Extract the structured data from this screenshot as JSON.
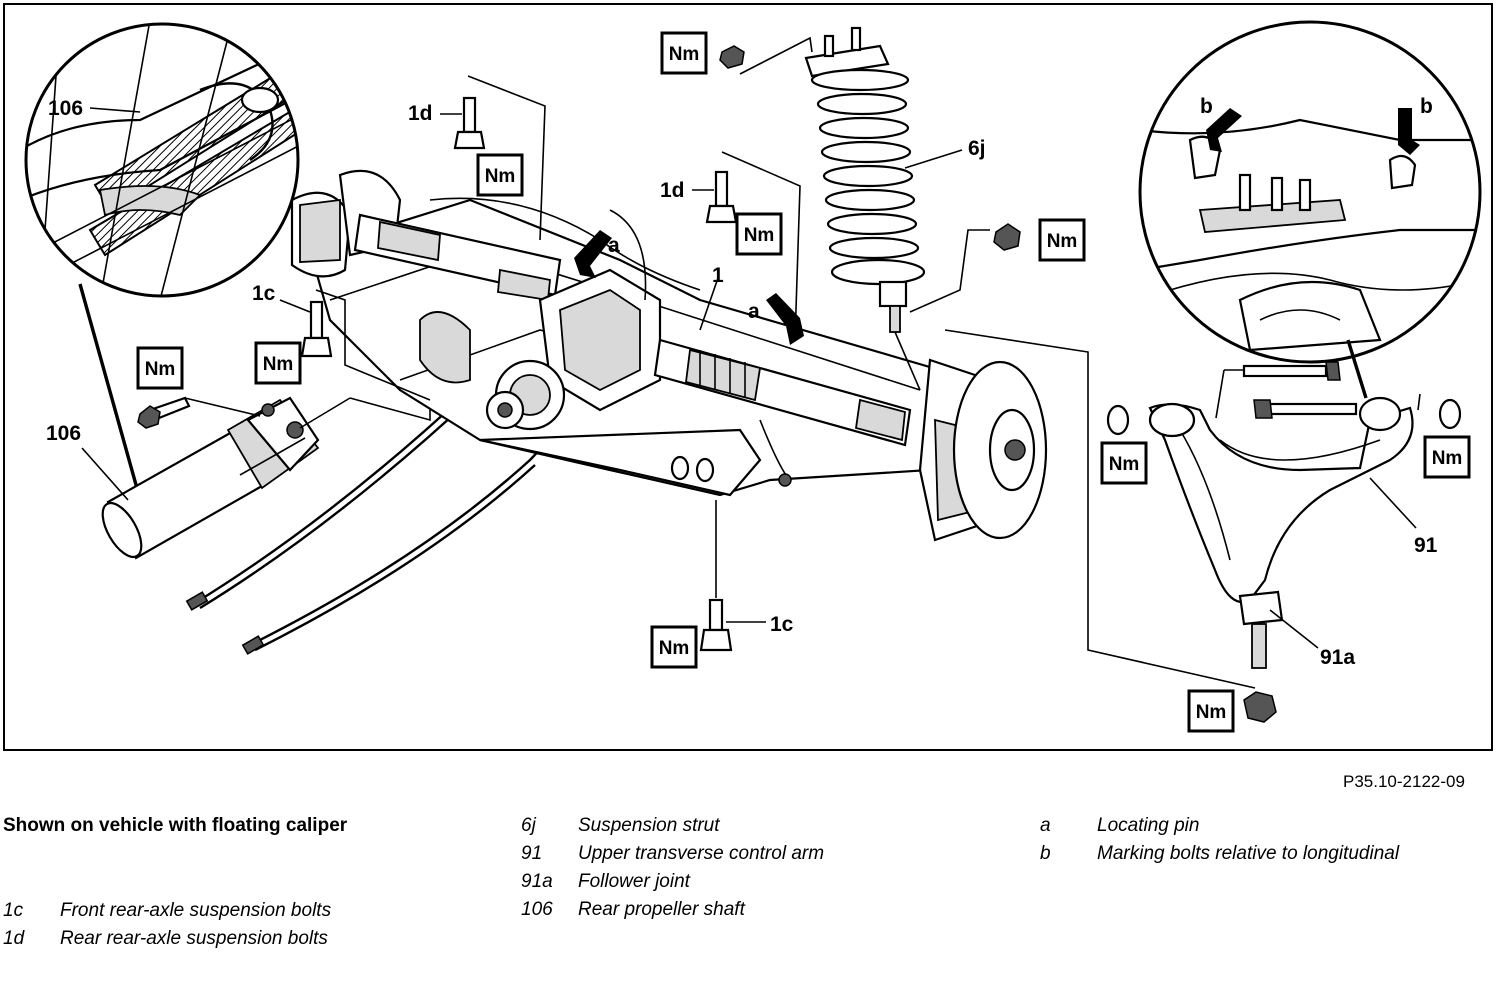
{
  "figure_id": "P35.10-2122-09",
  "torque_symbol": "Nm",
  "callouts": {
    "c106_detail": "106",
    "c106": "106",
    "c1d_a": "1d",
    "c1d_b": "1d",
    "c1c_a": "1c",
    "c1c_b": "1c",
    "c6j": "6j",
    "c1": "1",
    "ca_1": "a",
    "ca_2": "a",
    "cb_1": "b",
    "cb_2": "b",
    "c91": "91",
    "c91a": "91a"
  },
  "legend": {
    "heading": "Shown on vehicle with floating caliper",
    "left": [
      {
        "key": "1c",
        "text": "Front rear-axle suspension bolts"
      },
      {
        "key": "1d",
        "text": "Rear rear-axle suspension bolts"
      }
    ],
    "middle": [
      {
        "key": "6j",
        "text": "Suspension strut"
      },
      {
        "key": "91",
        "text": "Upper transverse control arm"
      },
      {
        "key": "91a",
        "text": "Follower joint"
      },
      {
        "key": "106",
        "text": "Rear propeller shaft"
      }
    ],
    "right": [
      {
        "key": "a",
        "text": "Locating pin"
      },
      {
        "key": "b",
        "text": "Marking bolts relative to longitudinal"
      }
    ]
  }
}
